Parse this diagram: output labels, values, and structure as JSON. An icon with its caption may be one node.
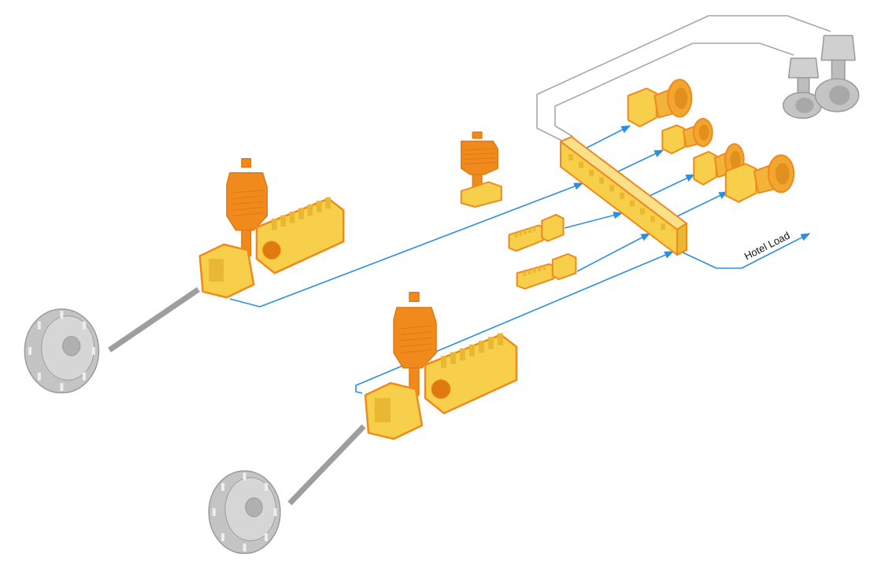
{
  "diagram": {
    "nodes": [
      {
        "text": [],
        "shape": "picture"
      },
      {
        "text": [],
        "shape": "picture"
      },
      {
        "text": [],
        "shape": "picture"
      },
      {
        "text": [],
        "shape": "picture"
      },
      {
        "text": [],
        "shape": "picture"
      },
      {
        "text": [],
        "shape": "picture"
      },
      {
        "text": [],
        "shape": "picture"
      },
      {
        "text": [],
        "shape": "picture"
      },
      {
        "text": [],
        "shape": "picture"
      },
      {
        "text": [],
        "shape": "picture"
      },
      {
        "text": [],
        "shape": "picture"
      },
      {
        "text": [],
        "shape": "picture"
      },
      {
        "text": [],
        "shape": "picture"
      },
      {
        "text": [],
        "shape": "picture"
      }
    ],
    "edges": [
      {
        "from": 0,
        "to": 1,
        "arrow": "none",
        "style": "thick",
        "color": "#9e9e9e"
      },
      {
        "from": 2,
        "to": 3,
        "arrow": "none",
        "style": "thick",
        "color": "#9e9e9e"
      },
      {
        "from": 1,
        "to": 7,
        "arrow": "to"
      },
      {
        "from": 3,
        "to": 7,
        "arrow": "to"
      },
      {
        "from": 5,
        "to": 7,
        "arrow": "to"
      },
      {
        "from": 6,
        "to": 7,
        "arrow": "to"
      },
      {
        "from": 7,
        "to": 8,
        "arrow": "to"
      },
      {
        "from": 7,
        "to": 9,
        "arrow": "to"
      },
      {
        "from": 7,
        "to": 10,
        "arrow": "to"
      },
      {
        "from": 7,
        "to": 11,
        "arrow": "to"
      },
      {
        "from": 7,
        "to": null,
        "arrow": "to",
        "label": "Hotel Load"
      },
      {
        "from": 7,
        "to": 13,
        "arrow": "none",
        "color": "#a8a8a8"
      },
      {
        "from": 7,
        "to": 12,
        "arrow": "none",
        "color": "#a8a8a8"
      }
    ]
  }
}
